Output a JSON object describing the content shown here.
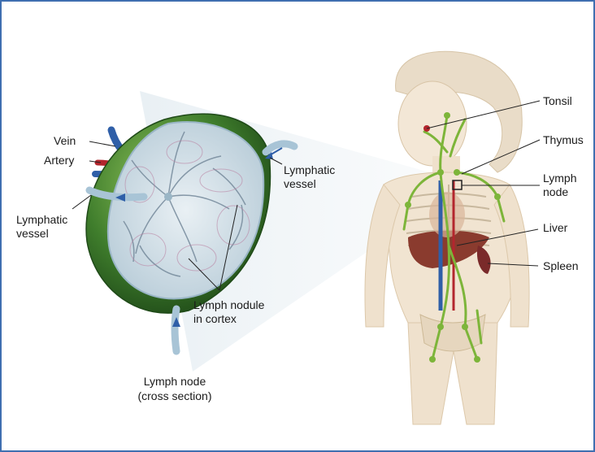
{
  "diagram": {
    "labels": {
      "tonsil": "Tonsil",
      "thymus": "Thymus",
      "lymph_node_line1": "Lymph",
      "lymph_node_line2": "node",
      "liver": "Liver",
      "spleen": "Spleen",
      "vein": "Vein",
      "artery": "Artery",
      "lymphatic_vessel_right_line1": "Lymphatic",
      "lymphatic_vessel_right_line2": "vessel",
      "lymphatic_vessel_left_line1": "Lymphatic",
      "lymphatic_vessel_left_line2": "vessel",
      "lymph_nodule_line1": "Lymph nodule",
      "lymph_nodule_line2": "in cortex",
      "cross_section_line1": "Lymph node",
      "cross_section_line2": "(cross section)"
    },
    "colors": {
      "frame_border": "#3f6fb0",
      "node_capsule": "#3f7d2c",
      "node_interior": "#cfdde6",
      "lymph_vessels": "#7db53a",
      "body_outline": "#e8d8c0",
      "liver": "#8a3b2e",
      "spleen": "#7a2a2a",
      "vein": "#2f5fa8",
      "artery": "#b3262d"
    }
  }
}
